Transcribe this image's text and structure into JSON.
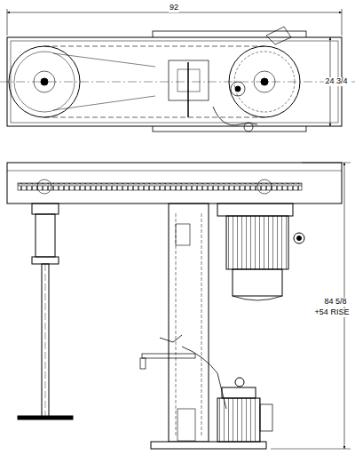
{
  "diagram": {
    "labels": [
      "92",
      "24 3/4",
      "84 5/8",
      "+54 RISE"
    ]
  }
}
